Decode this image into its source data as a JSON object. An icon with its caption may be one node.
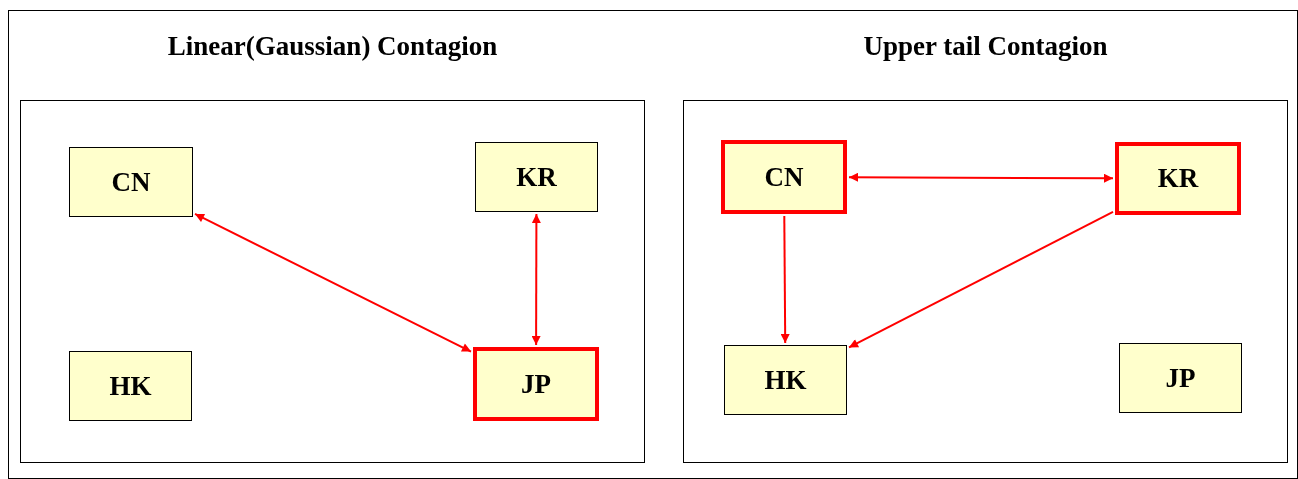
{
  "diagram": {
    "nodes": [
      {
        "text": [
          "Linear(Gaussian) Contagion"
        ]
      },
      {
        "text": [
          "CN"
        ],
        "in": 0
      },
      {
        "text": [
          "KR"
        ],
        "in": 0
      },
      {
        "text": [
          "HK"
        ],
        "in": 0
      },
      {
        "text": [
          "JP"
        ],
        "in": 0
      },
      {
        "text": [
          "Upper tail Contagion"
        ]
      },
      {
        "text": [
          "CN"
        ],
        "in": 5
      },
      {
        "text": [
          "KR"
        ],
        "in": 5
      },
      {
        "text": [
          "HK"
        ],
        "in": 5
      },
      {
        "text": [
          "JP"
        ],
        "in": 5
      }
    ],
    "edges": [
      {
        "from": 1,
        "to": 4,
        "arrow": "both"
      },
      {
        "from": 2,
        "to": 4,
        "arrow": "both"
      },
      {
        "from": 6,
        "to": 7,
        "arrow": "both"
      },
      {
        "from": 6,
        "to": 8,
        "arrow": "to"
      },
      {
        "from": 7,
        "to": 8,
        "arrow": "to"
      }
    ]
  }
}
